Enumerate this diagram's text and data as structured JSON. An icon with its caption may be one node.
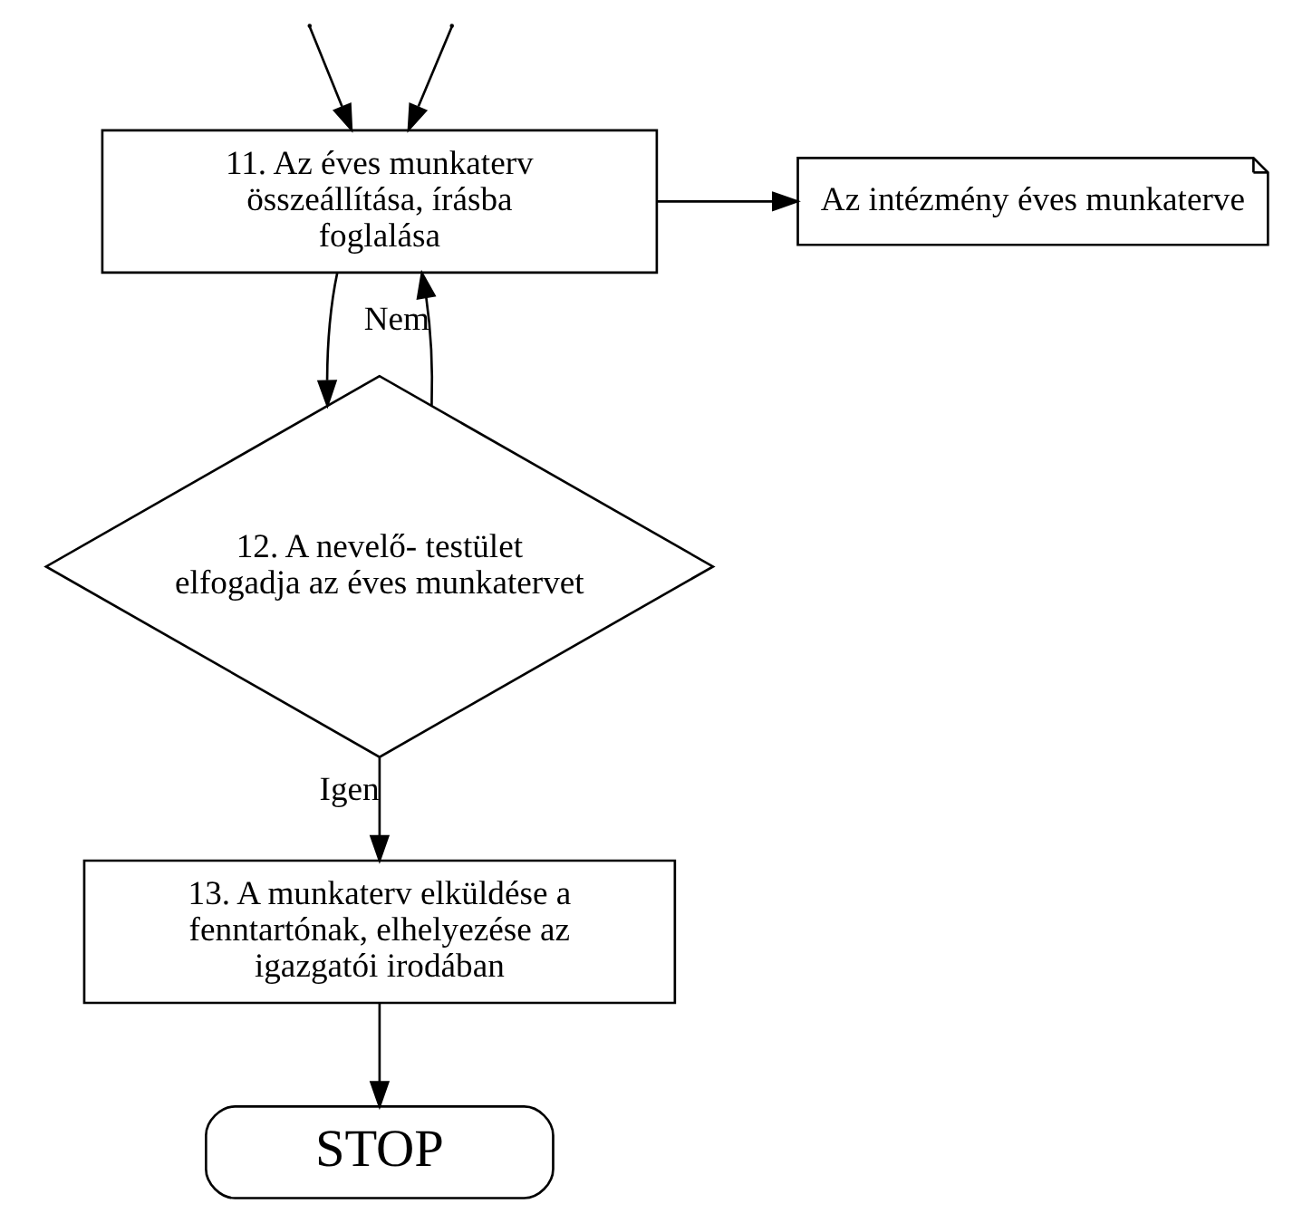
{
  "diagram": {
    "nodes": [
      {
        "text": [
          "11. Az éves munkaterv összeállítása, írásba foglalása"
        ]
      },
      {
        "text": [
          "Az intézmény éves munkaterve"
        ]
      },
      {
        "text": [
          "12. A nevelő- testület elfogadja az éves munkatervet"
        ]
      },
      {
        "text": [
          "13. A munkaterv elküldése a fenntartónak, elhelyezése az igazgatói irodában"
        ]
      },
      {
        "text": [
          "STOP"
        ]
      }
    ],
    "edges": [
      {
        "from": null,
        "to": 0,
        "arrow": "to"
      },
      {
        "from": null,
        "to": 0,
        "arrow": "to"
      },
      {
        "from": 0,
        "to": 1,
        "arrow": "to"
      },
      {
        "from": 0,
        "to": 2,
        "arrow": "to"
      },
      {
        "from": 2,
        "to": 0,
        "label": "Nem",
        "arrow": "to"
      },
      {
        "from": 2,
        "to": 3,
        "label": "Igen",
        "arrow": "to"
      },
      {
        "from": 3,
        "to": 4,
        "arrow": "to"
      }
    ]
  }
}
